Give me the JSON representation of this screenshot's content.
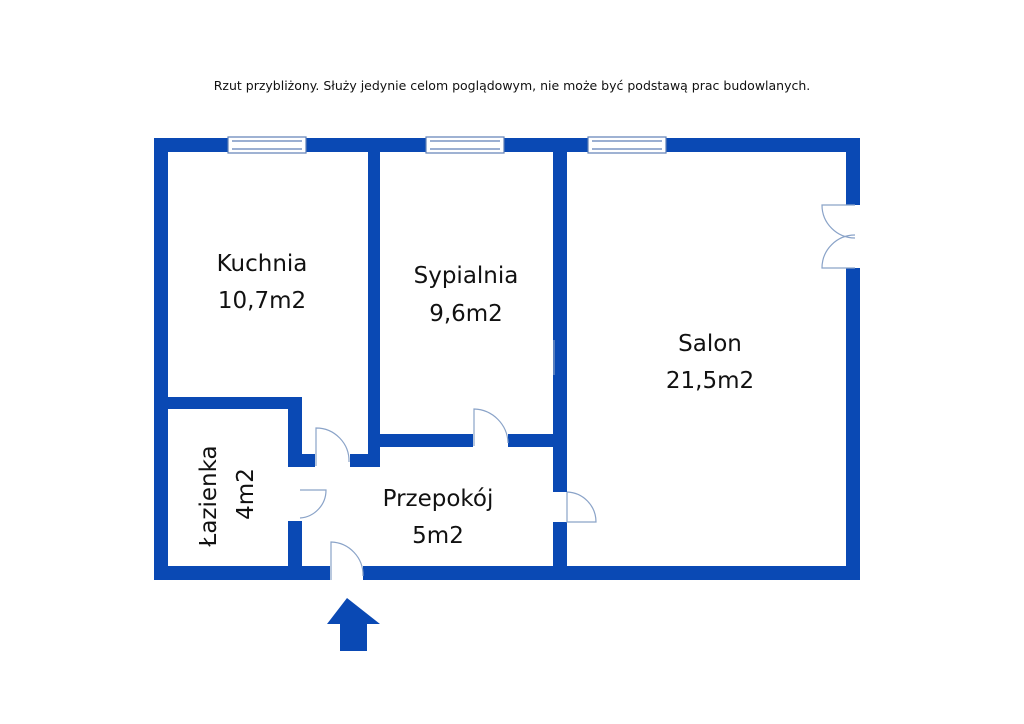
{
  "disclaimer": "Rzut przybliżony. Służy jedynie celom poglądowym, nie może być podstawą prac budowlanych.",
  "rooms": [
    {
      "name": "Kuchnia",
      "area": "10,7m2"
    },
    {
      "name": "Sypialnia",
      "area": "9,6m2"
    },
    {
      "name": "Salon",
      "area": "21,5m2"
    },
    {
      "name": "Łazienka",
      "area": "4m2"
    },
    {
      "name": "Przepokój",
      "area": "5m2"
    }
  ],
  "colors": {
    "wall": "#0a49b4",
    "door": "#8aa3c8",
    "window": "#5f7fb6"
  },
  "icons": {
    "entrance": "arrow-up-icon"
  }
}
